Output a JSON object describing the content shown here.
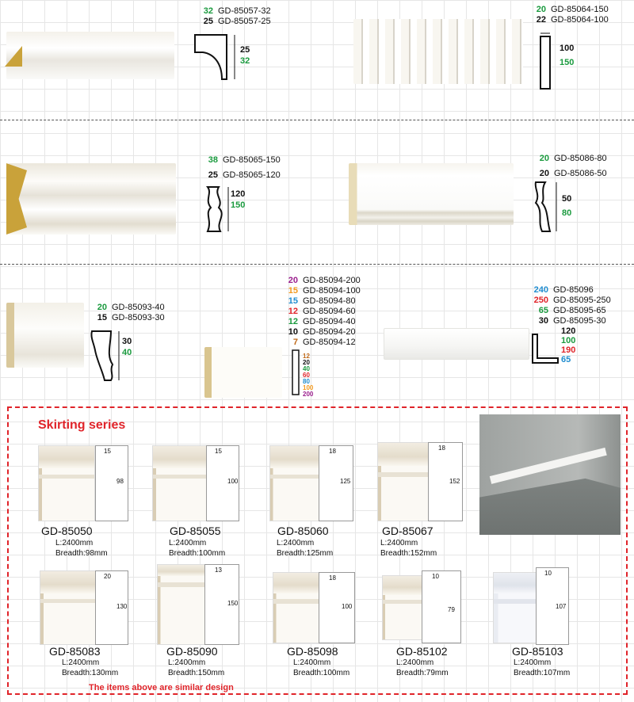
{
  "products": [
    {
      "id": "p1",
      "codes": [
        {
          "num": "32",
          "code": "GD-85057-32",
          "color": "green"
        },
        {
          "num": "25",
          "code": "GD-85057-25",
          "color": "black"
        }
      ],
      "dims": [
        {
          "value": "25",
          "color": "black"
        },
        {
          "value": "32",
          "color": "green"
        }
      ]
    },
    {
      "id": "p2",
      "codes": [
        {
          "num": "20",
          "code": "GD-85064-150",
          "color": "green"
        },
        {
          "num": "22",
          "code": "GD-85064-100",
          "color": "black"
        }
      ],
      "dims": [
        {
          "value": "100",
          "color": "black"
        },
        {
          "value": "150",
          "color": "green"
        }
      ]
    },
    {
      "id": "p3",
      "codes": [
        {
          "num": "38",
          "code": "GD-85065-150",
          "color": "green"
        },
        {
          "num": "25",
          "code": "GD-85065-120",
          "color": "black"
        }
      ],
      "dims": [
        {
          "value": "120",
          "color": "black"
        },
        {
          "value": "150",
          "color": "green"
        }
      ]
    },
    {
      "id": "p4",
      "codes": [
        {
          "num": "20",
          "code": "GD-85086-80",
          "color": "green"
        },
        {
          "num": "20",
          "code": "GD-85086-50",
          "color": "black"
        }
      ],
      "dims": [
        {
          "value": "50",
          "color": "black"
        },
        {
          "value": "80",
          "color": "green"
        }
      ]
    },
    {
      "id": "p5",
      "codes": [
        {
          "num": "20",
          "code": "GD-85093-40",
          "color": "green"
        },
        {
          "num": "15",
          "code": "GD-85093-30",
          "color": "black"
        }
      ],
      "dims": [
        {
          "value": "30",
          "color": "black"
        },
        {
          "value": "40",
          "color": "green"
        }
      ]
    },
    {
      "id": "p6",
      "codes": [
        {
          "num": "20",
          "code": "GD-85094-200",
          "color": "purple"
        },
        {
          "num": "15",
          "code": "GD-85094-100",
          "color": "orange"
        },
        {
          "num": "15",
          "code": "GD-85094-80",
          "color": "blue"
        },
        {
          "num": "12",
          "code": "GD-85094-60",
          "color": "red"
        },
        {
          "num": "12",
          "code": "GD-85094-40",
          "color": "green"
        },
        {
          "num": "10",
          "code": "GD-85094-20",
          "color": "black"
        },
        {
          "num": "7",
          "code": "GD-85094-12",
          "color": "brown"
        }
      ],
      "dims": [
        {
          "value": "12",
          "color": "brown"
        },
        {
          "value": "20",
          "color": "black"
        },
        {
          "value": "40",
          "color": "green"
        },
        {
          "value": "60",
          "color": "red"
        },
        {
          "value": "80",
          "color": "blue"
        },
        {
          "value": "100",
          "color": "orange"
        },
        {
          "value": "200",
          "color": "purple"
        }
      ]
    },
    {
      "id": "p7",
      "codes": [
        {
          "num": "240",
          "code": "GD-85096",
          "color": "blue"
        },
        {
          "num": "250",
          "code": "GD-85095-250",
          "color": "red"
        },
        {
          "num": "65",
          "code": "GD-85095-65",
          "color": "green"
        },
        {
          "num": "30",
          "code": "GD-85095-30",
          "color": "black"
        }
      ],
      "dims": [
        {
          "value": "120",
          "color": "black"
        },
        {
          "value": "100",
          "color": "green"
        },
        {
          "value": "190",
          "color": "red"
        },
        {
          "value": "65",
          "color": "blue"
        }
      ]
    }
  ],
  "skirting": {
    "title": "Skirting series",
    "note": "The items above are similar design",
    "items": [
      {
        "name": "GD-85050",
        "length": "L:2400mm",
        "breadth": "Breadth:98mm",
        "w": "15",
        "h": "98"
      },
      {
        "name": "GD-85055",
        "length": "L:2400mm",
        "breadth": "Breadth:100mm",
        "w": "15",
        "h": "100"
      },
      {
        "name": "GD-85060",
        "length": "L:2400mm",
        "breadth": "Breadth:125mm",
        "w": "18",
        "h": "125"
      },
      {
        "name": "GD-85067",
        "length": "L:2400mm",
        "breadth": "Breadth:152mm",
        "w": "18",
        "h": "152"
      },
      {
        "name": "GD-85083",
        "length": "L:2400mm",
        "breadth": "Breadth:130mm",
        "w": "20",
        "h": "130"
      },
      {
        "name": "GD-85090",
        "length": "L:2400mm",
        "breadth": "Breadth:150mm",
        "w": "13",
        "h": "150"
      },
      {
        "name": "GD-85098",
        "length": "L:2400mm",
        "breadth": "Breadth:100mm",
        "w": "18",
        "h": "100"
      },
      {
        "name": "GD-85102",
        "length": "L:2400mm",
        "breadth": "Breadth:79mm",
        "w": "10",
        "h": "79"
      },
      {
        "name": "GD-85103",
        "length": "L:2400mm",
        "breadth": "Breadth:107mm",
        "w": "10",
        "h": "107"
      }
    ]
  },
  "colors": {
    "green": "#1a9a3e",
    "black": "#111111",
    "purple": "#9b1f8e",
    "orange": "#f39a1e",
    "blue": "#1f8ccf",
    "red": "#e0242a",
    "brown": "#c06a1a",
    "accent": "#e0242a"
  }
}
